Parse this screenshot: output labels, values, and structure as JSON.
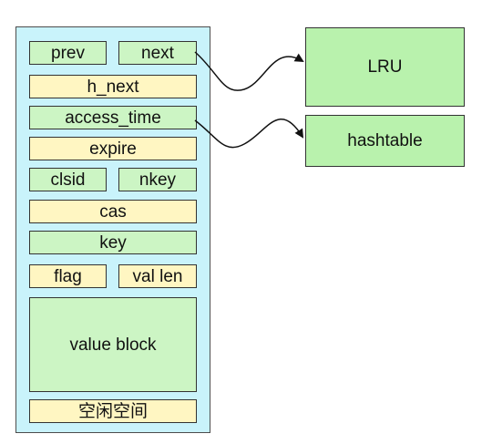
{
  "colors": {
    "container_fill": "#c9f3fb",
    "green_field": "#ccf5c4",
    "yellow_field": "#fff6c2",
    "target_fill": "#b9f2ad",
    "stroke": "#333333"
  },
  "fields": {
    "prev": "prev",
    "next": "next",
    "h_next": "h_next",
    "access_time": "access_time",
    "expire": "expire",
    "clsid": "clsid",
    "nkey": "nkey",
    "cas": "cas",
    "key": "key",
    "flag": "flag",
    "val_len": "val len",
    "value_block": "value block",
    "free_space": "空闲空间"
  },
  "targets": {
    "lru": "LRU",
    "hashtable": "hashtable"
  }
}
